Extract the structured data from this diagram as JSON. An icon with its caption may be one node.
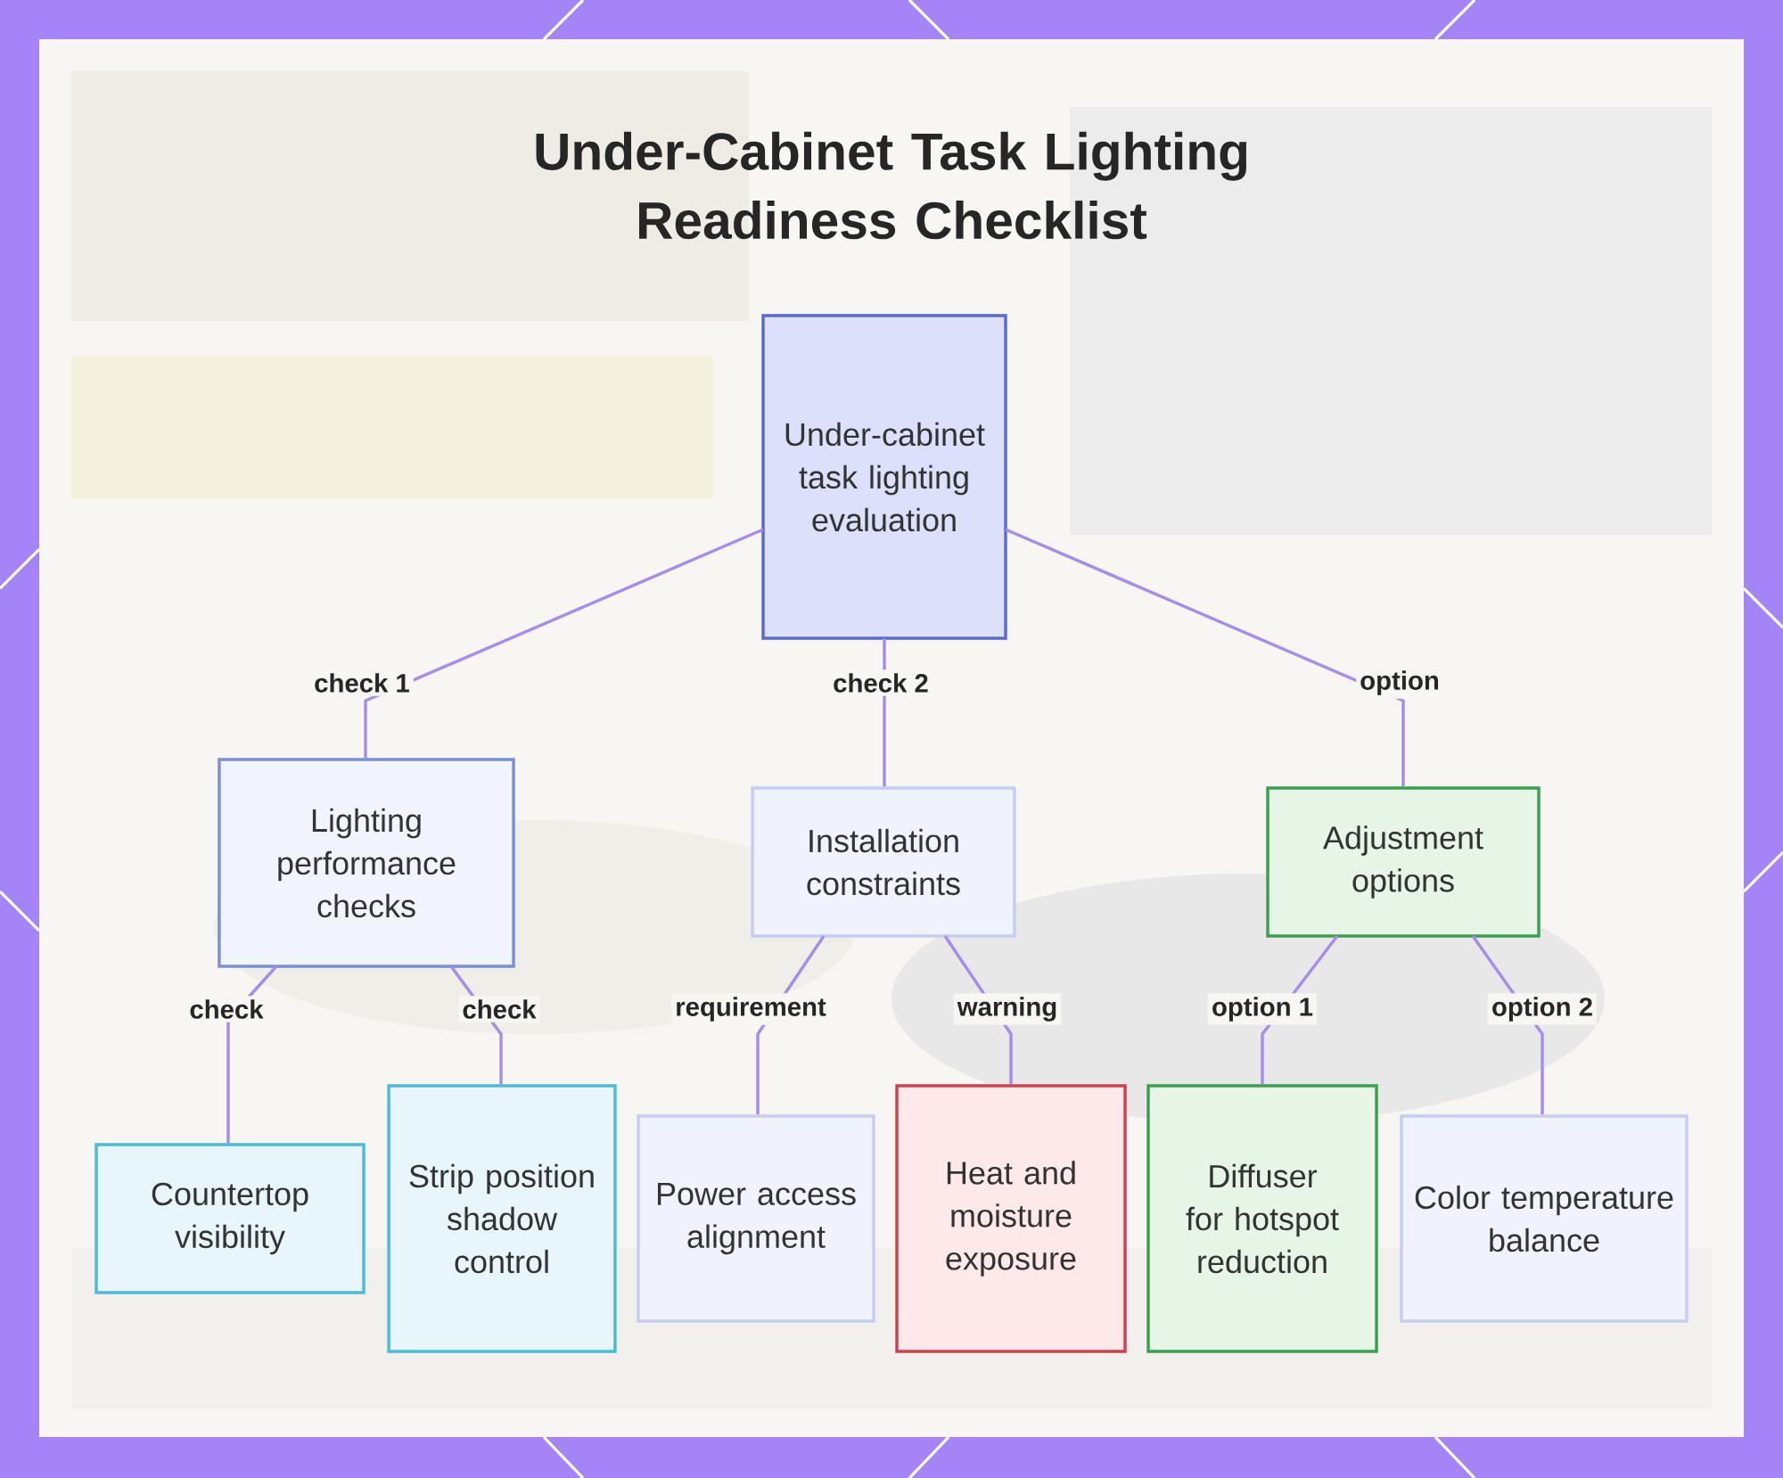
{
  "diagram": {
    "title": "Under-Cabinet Task Lighting Readiness Checklist",
    "nodes": [
      {
        "text": [
          "Under-cabinet task lighting evaluation"
        ]
      },
      {
        "text": [
          "Lighting performance checks"
        ]
      },
      {
        "text": [
          "Installation constraints"
        ]
      },
      {
        "text": [
          "Adjustment options"
        ]
      },
      {
        "text": [
          "Countertop visibility"
        ]
      },
      {
        "text": [
          "Strip position shadow control"
        ]
      },
      {
        "text": [
          "Power access alignment"
        ]
      },
      {
        "text": [
          "Heat and moisture exposure"
        ]
      },
      {
        "text": [
          "Diffuser for hotspot reduction"
        ]
      },
      {
        "text": [
          "Color temperature balance"
        ]
      }
    ],
    "edges": [
      {
        "from": 0,
        "to": 1,
        "arrow": "none",
        "label": "check 1"
      },
      {
        "from": 0,
        "to": 2,
        "arrow": "none",
        "label": "check 2"
      },
      {
        "from": 0,
        "to": 3,
        "arrow": "none",
        "label": "option"
      },
      {
        "from": 1,
        "to": 4,
        "arrow": "none",
        "label": "check"
      },
      {
        "from": 1,
        "to": 5,
        "arrow": "none",
        "label": "check"
      },
      {
        "from": 2,
        "to": 6,
        "arrow": "none",
        "label": "requirement"
      },
      {
        "from": 2,
        "to": 7,
        "arrow": "none",
        "label": "warning"
      },
      {
        "from": 3,
        "to": 8,
        "arrow": "none",
        "label": "option 1"
      },
      {
        "from": 3,
        "to": 9,
        "arrow": "none",
        "label": "option 2"
      }
    ]
  }
}
